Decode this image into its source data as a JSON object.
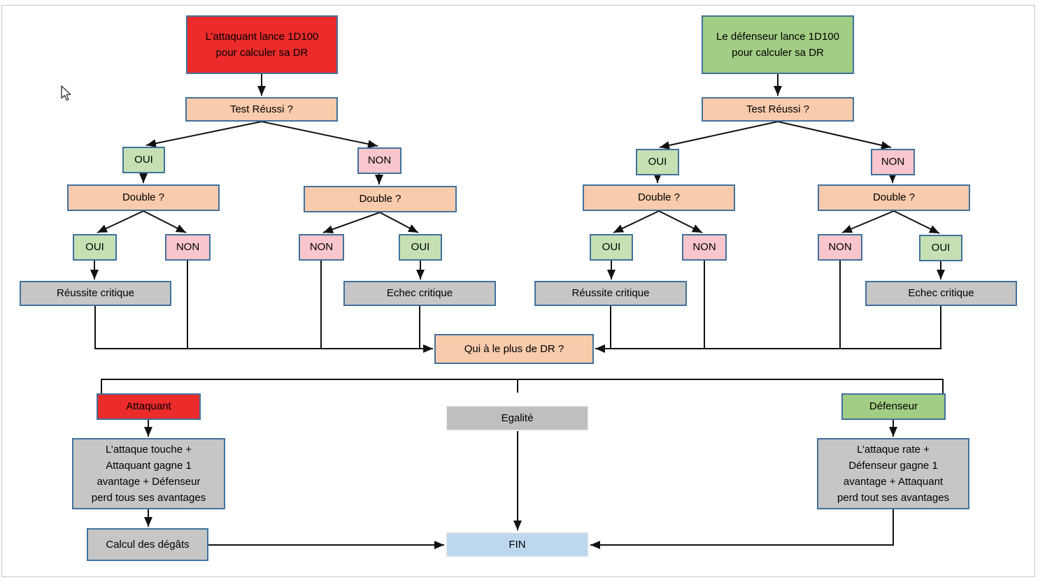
{
  "diagram": {
    "type": "flowchart",
    "language": "fr",
    "colors": {
      "attacker_red": "#EC2B2B",
      "defender_green": "#A2CD84",
      "decision_peach": "#F8CBAD",
      "yes_light_green": "#C6E0B4",
      "no_pink": "#F8C6CC",
      "result_gray": "#C6C6C6",
      "neutral_gray": "#BFBFBF",
      "end_blue": "#BDD7EE",
      "box_border_blue": "#41719C",
      "connector_black": "#111111",
      "slide_border_gray": "#C9C9C9"
    }
  },
  "cursor": {
    "icon": "arrow-pointer"
  },
  "nodes": {
    "attacker_roll": {
      "label": "L’attaquant lance 1D100\npour calculer sa DR"
    },
    "attacker_test": {
      "label": "Test Réussi ?"
    },
    "attacker_test_oui": {
      "label": "OUI"
    },
    "attacker_test_non": {
      "label": "NON"
    },
    "attacker_double_success": {
      "label": "Double ?"
    },
    "attacker_double_fail": {
      "label": "Double ?"
    },
    "attacker_double_success_oui": {
      "label": "OUI"
    },
    "attacker_double_success_non": {
      "label": "NON"
    },
    "attacker_double_fail_non": {
      "label": "NON"
    },
    "attacker_double_fail_oui": {
      "label": "OUI"
    },
    "attacker_critical_success": {
      "label": "Réussite critique"
    },
    "attacker_critical_failure": {
      "label": "Echec critique"
    },
    "defender_roll": {
      "label": "Le défenseur lance 1D100\npour calculer sa DR"
    },
    "defender_test": {
      "label": "Test Réussi ?"
    },
    "defender_test_oui": {
      "label": "OUI"
    },
    "defender_test_non": {
      "label": "NON"
    },
    "defender_double_success": {
      "label": "Double ?"
    },
    "defender_double_fail": {
      "label": "Double ?"
    },
    "defender_double_success_oui": {
      "label": "OUI"
    },
    "defender_double_success_non": {
      "label": "NON"
    },
    "defender_double_fail_non": {
      "label": "NON"
    },
    "defender_double_fail_oui": {
      "label": "OUI"
    },
    "defender_critical_success": {
      "label": "Réussite critique"
    },
    "defender_critical_failure": {
      "label": "Echec critique"
    },
    "compare_dr": {
      "label": "Qui à le plus de DR ?"
    },
    "branch_attaquant": {
      "label": "Attaquant"
    },
    "branch_egalite": {
      "label": "Egalité"
    },
    "branch_defenseur": {
      "label": "Défenseur"
    },
    "attack_hits": {
      "label": "L’attaque touche +\nAttaquant gagne 1\navantage + Défenseur\nperd tous ses avantages"
    },
    "attack_misses": {
      "label": "L’attaque rate +\nDéfenseur gagne 1\navantage + Attaquant\nperd tout ses avantages"
    },
    "damage_calc": {
      "label": "Calcul des dégâts"
    },
    "fin": {
      "label": "FIN"
    }
  }
}
